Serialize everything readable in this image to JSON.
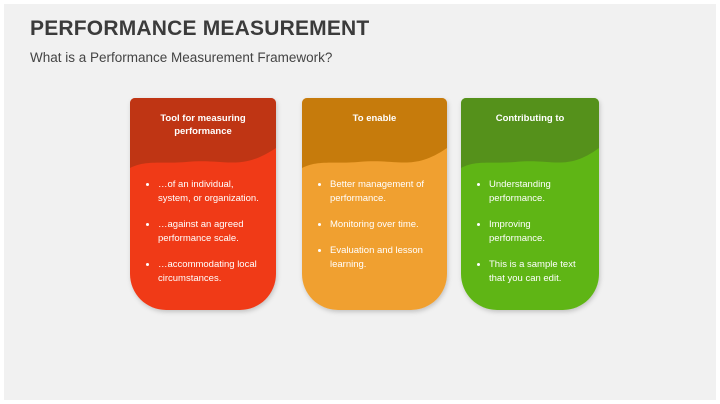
{
  "slide": {
    "title": "PERFORMANCE MEASUREMENT",
    "subtitle": "What is a Performance Measurement Framework?",
    "background_color": "#f1f1f1",
    "title_color": "#3b3b3b"
  },
  "cards": [
    {
      "id": "tool-for-measuring-performance",
      "heading": "Tool for measuring performance",
      "header_color": "#bf3514",
      "body_color": "#f03a17",
      "items": [
        "…of an individual, system, or organization.",
        "…against an agreed performance scale.",
        "…accommodating local circumstances."
      ]
    },
    {
      "id": "to-enable",
      "heading": "To enable",
      "header_color": "#c67b0c",
      "body_color": "#f0a030",
      "items": [
        "Better management of performance.",
        "Monitoring over time.",
        "Evaluation and lesson learning."
      ]
    },
    {
      "id": "contributing-to",
      "heading": "Contributing to",
      "header_color": "#55911b",
      "body_color": "#5fb515",
      "items": [
        "Understanding performance.",
        "Improving performance.",
        "This is a sample text that you can edit."
      ]
    }
  ]
}
